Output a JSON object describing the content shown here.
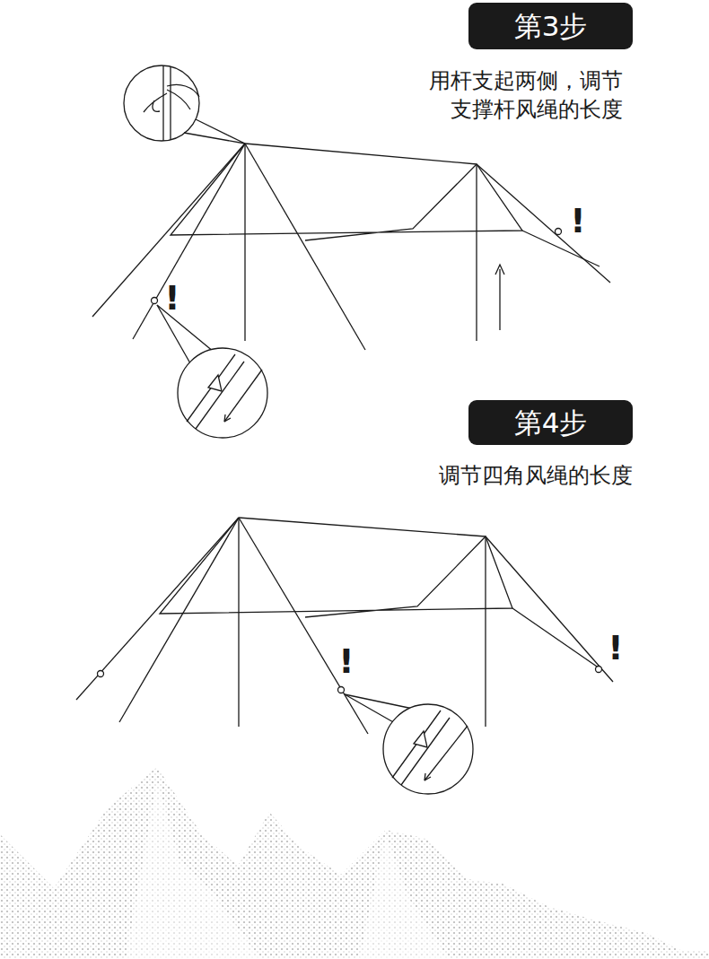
{
  "diagram": {
    "nodes": [
      {
        "text": [
          "第3步"
        ]
      },
      {
        "text": [
          "第4步"
        ]
      }
    ],
    "labels": [
      "用杆支起两侧，调节 支撑杆风绳的长度",
      "!",
      "!",
      "调节四角风绳的长度",
      "!",
      "!"
    ]
  }
}
